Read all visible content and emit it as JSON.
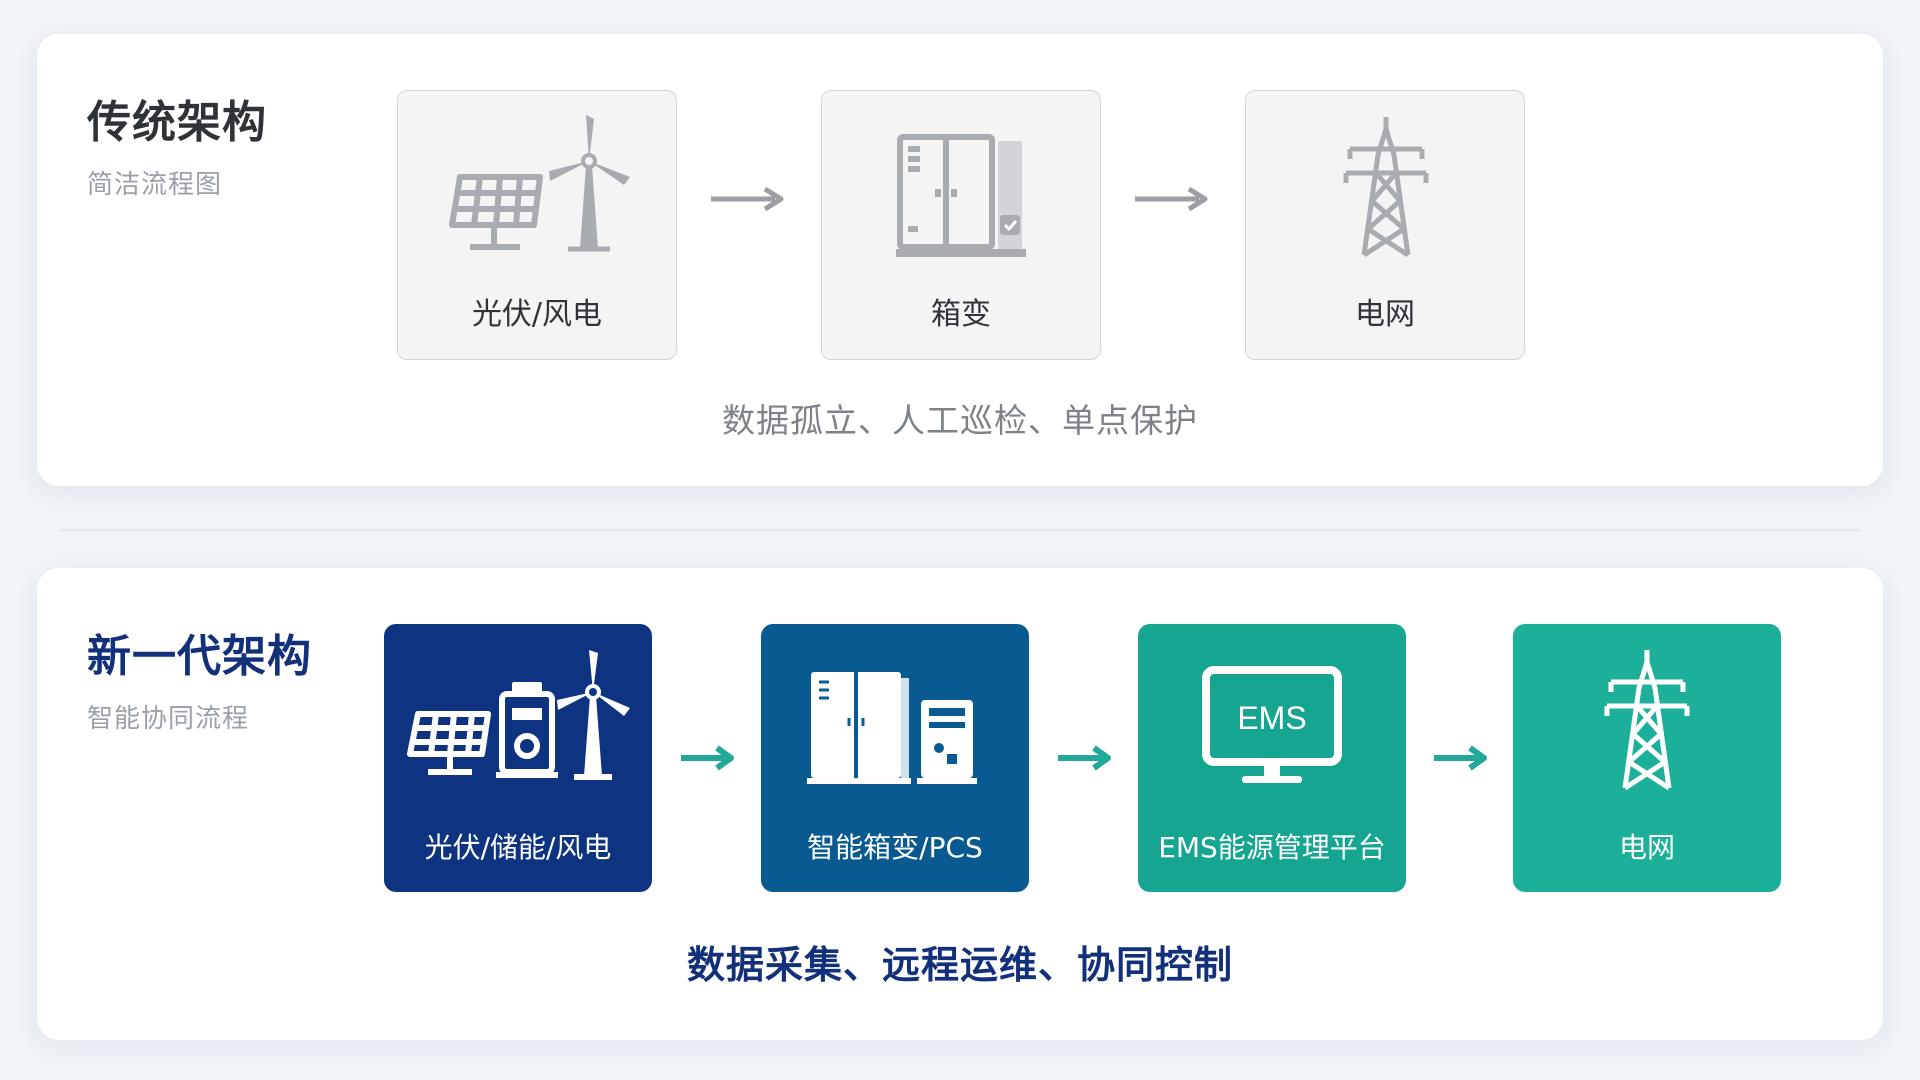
{
  "traditional": {
    "title": "传统架构",
    "subtitle": "简洁流程图",
    "nodes": [
      {
        "label": "光伏/风电",
        "icons": [
          "solar-panel-icon",
          "wind-turbine-icon"
        ]
      },
      {
        "label": "箱变",
        "icons": [
          "box-transformer-icon"
        ]
      },
      {
        "label": "电网",
        "icons": [
          "power-tower-icon"
        ]
      }
    ],
    "summary": "数据孤立、人工巡检、单点保护",
    "colors": {
      "node_bg": "#f4f4f5",
      "icon": "#a8abb0",
      "arrow": "#9b9ea3"
    }
  },
  "modern": {
    "title": "新一代架构",
    "subtitle": "智能协同流程",
    "nodes": [
      {
        "label": "光伏/储能/风电",
        "icons": [
          "solar-panel-icon",
          "battery-icon",
          "wind-turbine-icon"
        ],
        "color": "#0e3380"
      },
      {
        "label": "智能箱变/PCS",
        "icons": [
          "box-transformer-icon",
          "pcs-cabinet-icon"
        ],
        "color": "#0a5a92"
      },
      {
        "label": "EMS能源管理平台",
        "icons": [
          "monitor-icon"
        ],
        "screen_text": "EMS",
        "color": "#16a591"
      },
      {
        "label": "电网",
        "icons": [
          "power-tower-icon"
        ],
        "color": "#1cb09a"
      }
    ],
    "summary": "数据采集、远程运维、协同控制",
    "colors": {
      "arrow": "#22a898",
      "title": "#13307a"
    }
  }
}
